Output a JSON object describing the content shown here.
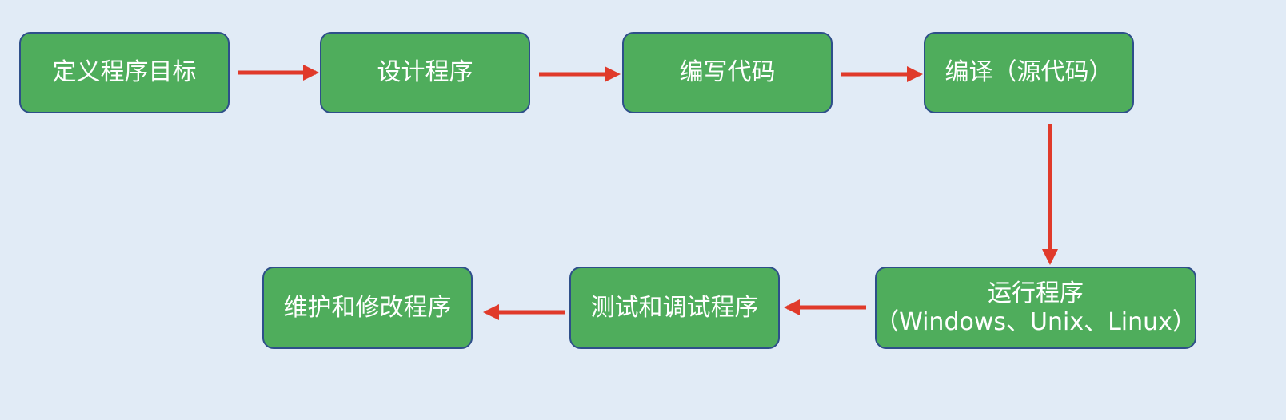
{
  "nodes": {
    "define_goal": "定义程序目标",
    "design": "设计程序",
    "write_code": "编写代码",
    "compile": "编译（源代码）",
    "run": "运行程序",
    "run_platforms": "（Windows、Unix、Linux）",
    "test_debug": "测试和调试程序",
    "maintain": "维护和修改程序"
  },
  "colors": {
    "background": "#e1ebf6",
    "node_fill": "#4fad5c",
    "node_border": "#2e4f8a",
    "arrow": "#e03a2a"
  }
}
